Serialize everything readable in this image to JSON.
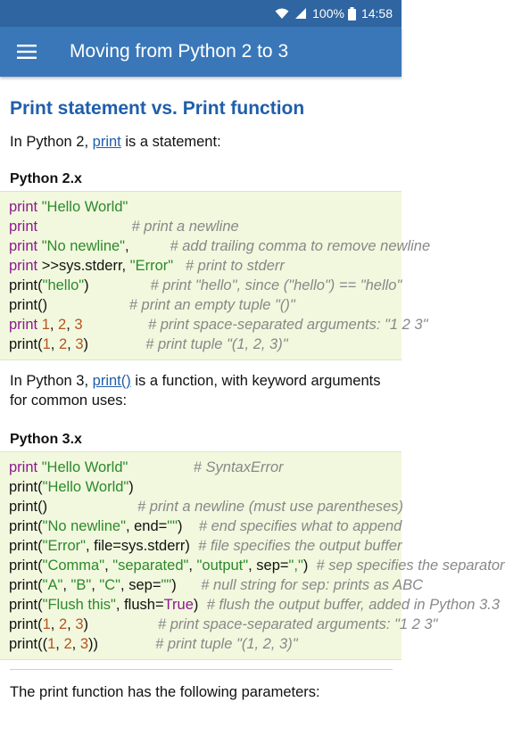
{
  "status": {
    "battery": "100%",
    "time": "14:58"
  },
  "appbar": {
    "title": "Moving from Python 2 to 3"
  },
  "section": {
    "title": "Print statement vs. Print function",
    "intro2_pre": "In Python 2, ",
    "intro2_link": "print",
    "intro2_post": " is a statement:",
    "py2_heading": "Python 2.x",
    "py2_lines": [
      [
        [
          "kw",
          "print "
        ],
        [
          "str",
          "\"Hello World\""
        ]
      ],
      [
        [
          "kw",
          "print"
        ],
        [
          "pl",
          "                       "
        ],
        [
          "cmt",
          "# print a newline"
        ]
      ],
      [
        [
          "kw",
          "print "
        ],
        [
          "str",
          "\"No newline\""
        ],
        [
          "pl",
          ",          "
        ],
        [
          "cmt",
          "# add trailing comma to remove newline"
        ]
      ],
      [
        [
          "kw",
          "print "
        ],
        [
          "pl",
          ">>sys.stderr, "
        ],
        [
          "str",
          "\"Error\""
        ],
        [
          "pl",
          "   "
        ],
        [
          "cmt",
          "# print to stderr"
        ]
      ],
      [
        [
          "pl",
          "print("
        ],
        [
          "str",
          "\"hello\""
        ],
        [
          "pl",
          ")               "
        ],
        [
          "cmt",
          "# print \"hello\", since (\"hello\") == \"hello\""
        ]
      ],
      [
        [
          "pl",
          "print()                    "
        ],
        [
          "cmt",
          "# print an empty tuple \"()\""
        ]
      ],
      [
        [
          "kw",
          "print "
        ],
        [
          "num",
          "1"
        ],
        [
          "pl",
          ", "
        ],
        [
          "num",
          "2"
        ],
        [
          "pl",
          ", "
        ],
        [
          "num",
          "3"
        ],
        [
          "pl",
          "                "
        ],
        [
          "cmt",
          "# print space-separated arguments: \"1 2 3\""
        ]
      ],
      [
        [
          "pl",
          "print("
        ],
        [
          "num",
          "1"
        ],
        [
          "pl",
          ", "
        ],
        [
          "num",
          "2"
        ],
        [
          "pl",
          ", "
        ],
        [
          "num",
          "3"
        ],
        [
          "pl",
          ")              "
        ],
        [
          "cmt",
          "# print tuple \"(1, 2, 3)\""
        ]
      ]
    ],
    "intro3_pre": "In Python 3, ",
    "intro3_link": "print()",
    "intro3_post": " is a function, with keyword arguments for common uses:",
    "py3_heading": "Python 3.x",
    "py3_lines": [
      [
        [
          "kw",
          "print "
        ],
        [
          "str",
          "\"Hello World\""
        ],
        [
          "pl",
          "                "
        ],
        [
          "cmt",
          "# SyntaxError"
        ]
      ],
      [
        [
          "pl",
          "print("
        ],
        [
          "str",
          "\"Hello World\""
        ],
        [
          "pl",
          ")"
        ]
      ],
      [
        [
          "pl",
          "print()                      "
        ],
        [
          "cmt",
          "# print a newline (must use parentheses)"
        ]
      ],
      [
        [
          "pl",
          "print("
        ],
        [
          "str",
          "\"No newline\""
        ],
        [
          "pl",
          ", end="
        ],
        [
          "str",
          "\"\""
        ],
        [
          "pl",
          ")    "
        ],
        [
          "cmt",
          "# end specifies what to append"
        ]
      ],
      [
        [
          "pl",
          "print("
        ],
        [
          "str",
          "\"Error\""
        ],
        [
          "pl",
          ", file=sys.stderr)  "
        ],
        [
          "cmt",
          "# file specifies the output buffer"
        ]
      ],
      [
        [
          "pl",
          "print("
        ],
        [
          "str",
          "\"Comma\""
        ],
        [
          "pl",
          ", "
        ],
        [
          "str",
          "\"separated\""
        ],
        [
          "pl",
          ", "
        ],
        [
          "str",
          "\"output\""
        ],
        [
          "pl",
          ", sep="
        ],
        [
          "str",
          "\",\""
        ],
        [
          "pl",
          ")  "
        ],
        [
          "cmt",
          "# sep specifies the separator"
        ]
      ],
      [
        [
          "pl",
          "print("
        ],
        [
          "str",
          "\"A\""
        ],
        [
          "pl",
          ", "
        ],
        [
          "str",
          "\"B\""
        ],
        [
          "pl",
          ", "
        ],
        [
          "str",
          "\"C\""
        ],
        [
          "pl",
          ", sep="
        ],
        [
          "str",
          "\"\""
        ],
        [
          "pl",
          ")      "
        ],
        [
          "cmt",
          "# null string for sep: prints as ABC"
        ]
      ],
      [
        [
          "pl",
          "print("
        ],
        [
          "str",
          "\"Flush this\""
        ],
        [
          "pl",
          ", flush="
        ],
        [
          "kw",
          "True"
        ],
        [
          "pl",
          ")  "
        ],
        [
          "cmt",
          "# flush the output buffer, added in Python 3.3"
        ]
      ],
      [
        [
          "pl",
          "print("
        ],
        [
          "num",
          "1"
        ],
        [
          "pl",
          ", "
        ],
        [
          "num",
          "2"
        ],
        [
          "pl",
          ", "
        ],
        [
          "num",
          "3"
        ],
        [
          "pl",
          ")                 "
        ],
        [
          "cmt",
          "# print space-separated arguments: \"1 2 3\""
        ]
      ],
      [
        [
          "pl",
          "print(("
        ],
        [
          "num",
          "1"
        ],
        [
          "pl",
          ", "
        ],
        [
          "num",
          "2"
        ],
        [
          "pl",
          ", "
        ],
        [
          "num",
          "3"
        ],
        [
          "pl",
          "))              "
        ],
        [
          "cmt",
          "# print tuple \"(1, 2, 3)\""
        ]
      ]
    ],
    "params_text": "The print function has the following parameters:"
  },
  "icons": {
    "menu": "hamburger-menu-icon",
    "wifi": "wifi-icon",
    "signal": "signal-icon",
    "battery": "battery-icon"
  },
  "colors": {
    "appbar": "#3a77b9",
    "statusbar": "#2f65a0",
    "heading": "#1f5eab",
    "code_bg": "#f2f8de"
  }
}
